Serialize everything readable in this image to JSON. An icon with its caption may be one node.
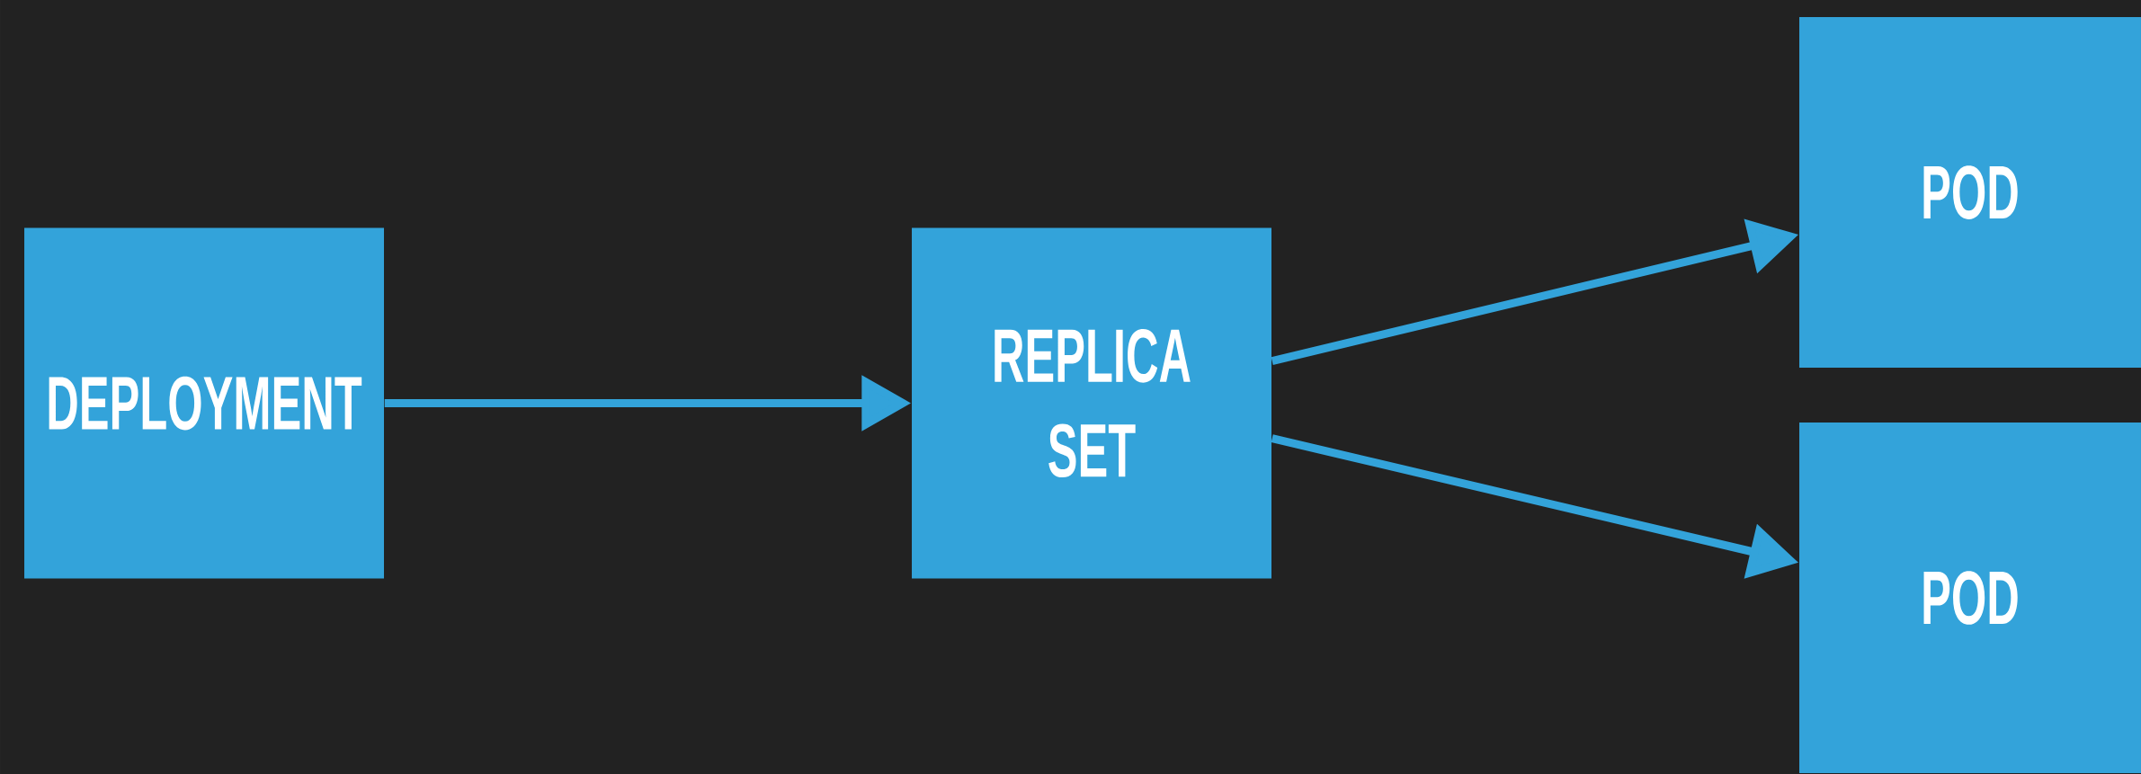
{
  "diagram": {
    "nodes": [
      {
        "text": [
          "DEPLOYMENT"
        ]
      },
      {
        "text": [
          "REPLICA SET"
        ]
      },
      {
        "text": [
          "POD"
        ]
      },
      {
        "text": [
          "POD"
        ]
      }
    ],
    "edges": [
      {
        "from": 0,
        "to": 1,
        "arrow": "to"
      },
      {
        "from": 1,
        "to": 2,
        "arrow": "to"
      },
      {
        "from": 1,
        "to": 3,
        "arrow": "to"
      }
    ]
  }
}
